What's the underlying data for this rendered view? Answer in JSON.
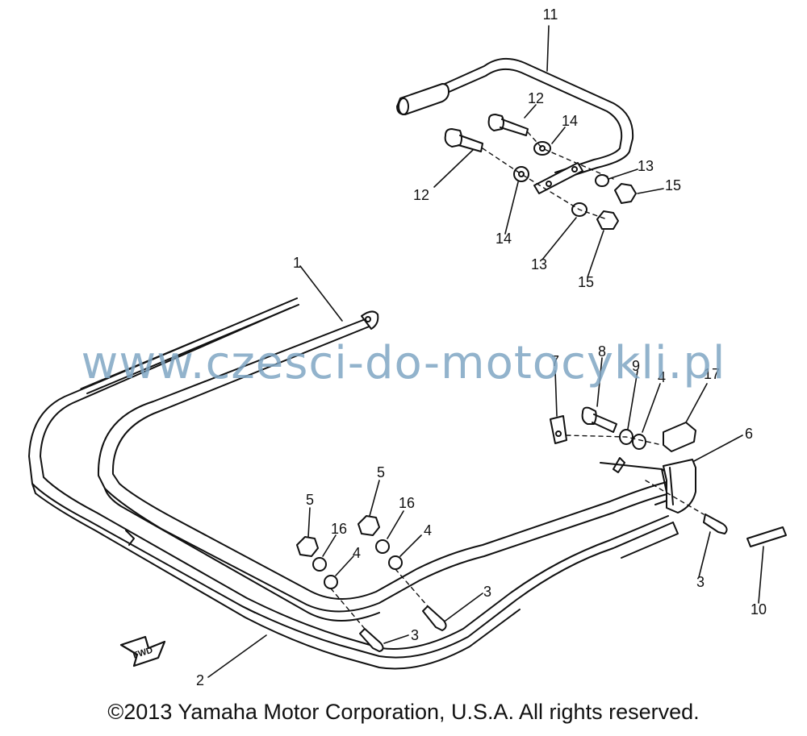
{
  "watermark": "www.czesci-do-motocykli.pl",
  "copyright": "©2013 Yamaha Motor Corporation, U.S.A. All rights reserved.",
  "fwd_label": "FWD",
  "callouts": {
    "c1": "1",
    "c2": "2",
    "c3a": "3",
    "c3b": "3",
    "c3c": "3",
    "c4a": "4",
    "c4b": "4",
    "c4c": "4",
    "c5a": "5",
    "c5b": "5",
    "c6": "6",
    "c7": "7",
    "c8": "8",
    "c9": "9",
    "c10": "10",
    "c11": "11",
    "c12a": "12",
    "c12b": "12",
    "c13a": "13",
    "c13b": "13",
    "c14a": "14",
    "c14b": "14",
    "c15a": "15",
    "c15b": "15",
    "c16a": "16",
    "c16b": "16",
    "c17": "17"
  }
}
